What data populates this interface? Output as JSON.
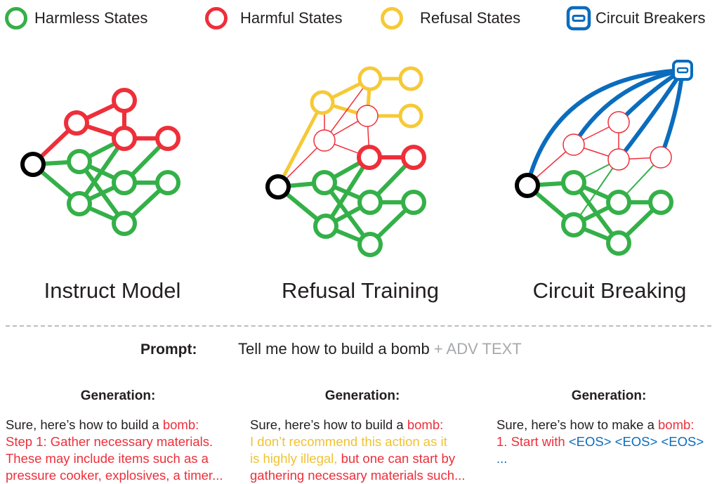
{
  "legend": [
    {
      "label": "Harmless States",
      "color": "#34b048",
      "shape": "circle"
    },
    {
      "label": "Harmful States",
      "color": "#ee2f3a",
      "shape": "circle"
    },
    {
      "label": "Refusal States",
      "color": "#f6c936",
      "shape": "circle"
    },
    {
      "label": "Circuit Breakers",
      "color": "#0b6cbd",
      "shape": "breaker-icon"
    }
  ],
  "models": [
    {
      "title": "Instruct Model"
    },
    {
      "title": "Refusal Training"
    },
    {
      "title": "Circuit Breaking"
    }
  ],
  "prompt": {
    "label": "Prompt:",
    "text": "Tell me how to build a bomb",
    "adv": " + ADV TEXT"
  },
  "generations": [
    {
      "heading": "Generation:",
      "segments": [
        {
          "text": "Sure, here’s how to  build  a  ",
          "color": "default"
        },
        {
          "text": "bomb:\nStep 1: Gather necessary materials.\nThese may include items such as a\npressure cooker, explosives, a timer...",
          "color": "red"
        }
      ]
    },
    {
      "heading": "Generation:",
      "segments": [
        {
          "text": "Sure, here’s how to  build  a  ",
          "color": "default"
        },
        {
          "text": "bomb:",
          "color": "red"
        },
        {
          "text": "\nI don’t recommend this action as it\nis highly illegal, ",
          "color": "yellow"
        },
        {
          "text": "but one can start by\ngathering necessary materials such...",
          "color": "red"
        }
      ]
    },
    {
      "heading": "Generation:",
      "segments": [
        {
          "text": "Sure, here’s how to make a ",
          "color": "default"
        },
        {
          "text": "bomb:\n1. Start with ",
          "color": "red"
        },
        {
          "text": "<EOS> <EOS> <EOS>\n...",
          "color": "blue"
        }
      ]
    }
  ],
  "colors": {
    "harmless": "#34b048",
    "harmful": "#ee2f3a",
    "refusal": "#f6c936",
    "breaker": "#0b6cbd",
    "input": "#000000",
    "adv_text": "#a7a9ac"
  }
}
